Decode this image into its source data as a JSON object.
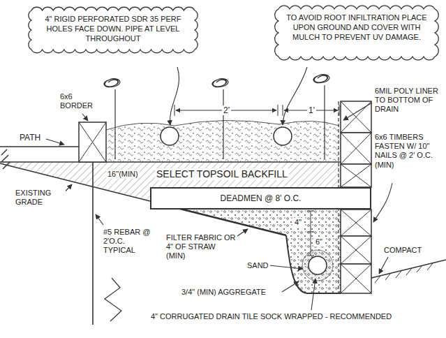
{
  "diagram": {
    "nodes": [
      {
        "text": [
          "4\" RIGID PERFORATED SDR 35 PERF HOLES FACE DOWN. PIPE AT LEVEL THROUGHOUT"
        ]
      },
      {
        "text": [
          "TO AVOID ROOT INFILTRATION PLACE UPON GROUND AND COVER WITH MULCH TO PREVENT UV DAMAGE."
        ]
      },
      {
        "text": [
          "DEADMEN @ 8' O.C."
        ]
      }
    ],
    "labels": [
      "6x6 BORDER",
      "2'",
      "1'",
      "6MIL POLY LINER TO BOTTOM OF DRAIN",
      "PATH",
      "6x6 TIMBERS FASTEN W/ 10\" NAILS @ 2' O.C. (MIN)",
      "16\"(MIN)",
      "SELECT TOPSOIL BACKFILL",
      "EXISTING GRADE",
      "#5 REBAR @ 2'O.C. TYPICAL",
      "FILTER FABRIC OR 4\" OF STRAW (MIN)",
      "4\"",
      "6\"",
      "SAND",
      "COMPACT",
      "3/4\" (MIN) AGGREGATE",
      "4\" CORRUGATED DRAIN TILE SOCK WRAPPED - RECOMMENDED"
    ]
  }
}
